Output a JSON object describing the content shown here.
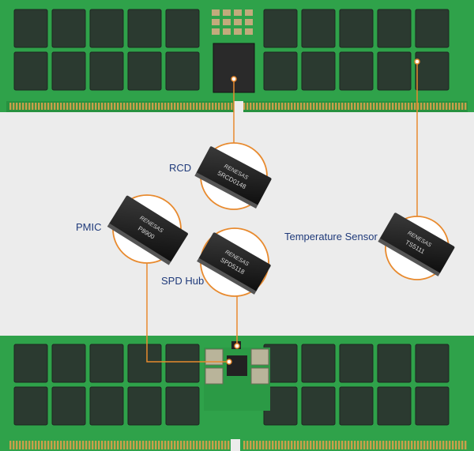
{
  "labels": {
    "rcd": "RCD",
    "pmic": "PMIC",
    "spd_hub": "SPD Hub",
    "temperature_sensor": "Temperature Sensor"
  },
  "chips": {
    "brand": "RENESAS",
    "rcd_part": "5RCD0148",
    "pmic_part": "P8900",
    "spd_part": "SPD5118",
    "ts_part": "TS5111"
  },
  "colors": {
    "pcb": "#2fa24a",
    "dram": "#2b3a30",
    "contacts": "#c9a04a",
    "callout": "#e88a2e",
    "background": "#ececec",
    "label_text": "#1f3a7a"
  }
}
